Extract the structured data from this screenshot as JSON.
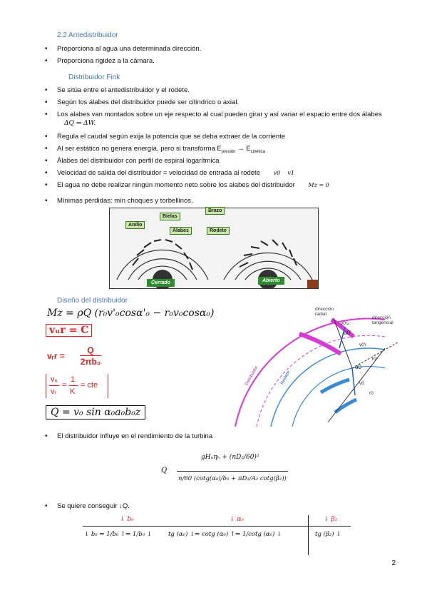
{
  "section_title": "2.2 Antedistribuidor",
  "intro_bullets": [
    "Proporciona al agua una determinada dirección.",
    "Proporciona rigidez a la cámara."
  ],
  "subsection_title": "Distribuidor Fink",
  "fink_bullets": [
    "Se sitúa entre el antedistribuidor y el rodete.",
    "Según los álabes del distribuidor puede ser cilíndrico o axial.",
    "Los alabes van montados sobre un eje respecto al cual pueden girar y así variar el espacio entre dos álabes",
    "Regula el caudal según exija la potencia que se deba extraer de la corriente",
    "Al ser estático no genera energía, pero si transforma E",
    "Álabes del distribuidor con perfil de espiral logarítmica",
    "Velocidad de salida del distribuidor = velocidad de entrada al rodete",
    "El agua no debe realizar ningún momento neto sobre los alabes del distribuidor",
    "Mínimas pérdidas: mín choques y torbellinos."
  ],
  "bullet3_math": "ΔQ ⇒ ΔW.",
  "bullet5_sub1": "presión",
  "bullet5_arrow": " → E",
  "bullet5_sub2": "cinética",
  "bullet7_math": "v0    v1",
  "bullet8_math": "Mz = 0",
  "figure": {
    "labels": {
      "brazo": "Brazo",
      "bielas": "Bielas",
      "anillo": "Anillo",
      "alabes": "Álabes",
      "rodete": "Rodete"
    },
    "closed": "Cerrado",
    "open": "Abierto"
  },
  "design_title": "Diseño del distribuidor",
  "eq_moment": "Mz = ρQ (r₀v'₀cosα'₀ − r₀v₀cosα₀)",
  "eq_vur": "vᵤr = C",
  "eq_vr_lhs": "vᵣr =",
  "eq_vr_num": "Q",
  "eq_vr_den": "2πb₀",
  "eq_ratio_num": "vᵤ",
  "eq_ratio_den": "vᵣ",
  "eq_ratio_eq": "=",
  "eq_ratio_k_num": "1",
  "eq_ratio_k_den": "K",
  "eq_ratio_rhs": "= cte",
  "eq_Q": "Q = v₀ sin α₀a₀b₀z",
  "diagram": {
    "radial": "dirección radial",
    "tangential": "dirección tangencial",
    "distribuidor": "Distribuidor",
    "rodete": "Rodete",
    "v0u": "v0'u",
    "alpha0p": "α0'",
    "v0r": "v0'r",
    "r0p": "r0'",
    "alpha0": "α0",
    "v0": "v0",
    "r0": "r0"
  },
  "efficiency_bullet": "El distribuidor influye en el rendimiento de la turbina",
  "eq_eff_Q": "Q",
  "eq_eff_num": "gHₙηₕ + (nD₂/60)²",
  "eq_eff_den": "n/60 (cotg(α₀)/b₀ + πD₂/A₂ cotg(β₂))",
  "reduce_bullet": "Se quiere conseguir ↓Q.",
  "table": {
    "h1": "↓ b₀",
    "h2": "↓ α₀",
    "h3": "↓ β₂",
    "r1": "↓ b₀ ⇒ 1/b₀ ↑⇒ 1/b₀ ↓",
    "r2": "tg (α₀) ↓⇒ cotg (α₀) ↑⇒ 1/cotg (α₀) ↓",
    "r3": "tg (β₂) ↓"
  },
  "page_number": "2"
}
